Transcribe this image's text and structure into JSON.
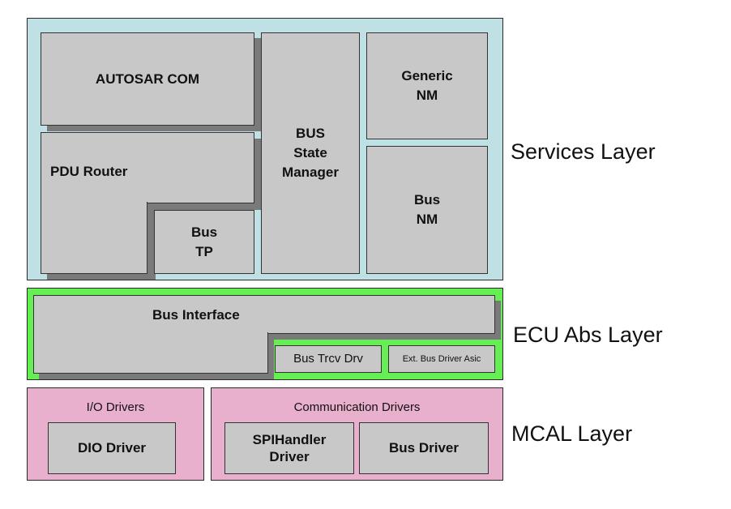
{
  "services": {
    "layer_label": "Services Layer",
    "autosar_com": "AUTOSAR COM",
    "pdu_router": "PDU Router",
    "bus_tp_1": "Bus",
    "bus_tp_2": "TP",
    "bus_state_1": "BUS",
    "bus_state_2": "State",
    "bus_state_3": "Manager",
    "generic_nm_1": "Generic",
    "generic_nm_2": "NM",
    "bus_nm_1": "Bus",
    "bus_nm_2": "NM"
  },
  "ecu": {
    "layer_label": "ECU Abs Layer",
    "bus_interface": "Bus Interface",
    "bus_trcv_drv": "Bus Trcv Drv",
    "ext_bus_driver": "Ext. Bus Driver Asic"
  },
  "mcal": {
    "layer_label": "MCAL Layer",
    "io_drivers": "I/O Drivers",
    "dio_driver": "DIO Driver",
    "comm_drivers": "Communication Drivers",
    "spi_1": "SPIHandler",
    "spi_2": "Driver",
    "bus_driver": "Bus Driver"
  },
  "colors": {
    "services_bg": "#bfe0e4",
    "ecu_bg": "#66ee55",
    "mcal_bg": "#e8b0cc",
    "box_gray": "#c8c8c8"
  }
}
